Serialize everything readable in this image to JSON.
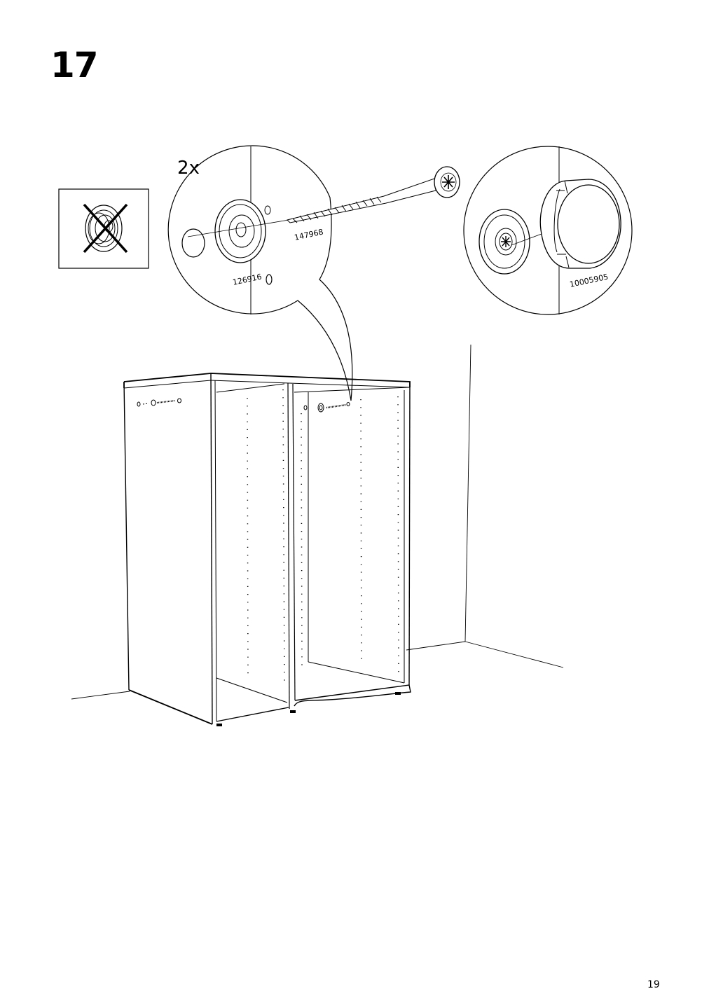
{
  "step": {
    "number": "17"
  },
  "callout_left": {
    "quantity": "2x",
    "screw_part_number": "147968",
    "washer_part_number": "126916"
  },
  "callout_right": {
    "cap_part_number": "10005905"
  },
  "page": {
    "number": "19"
  }
}
